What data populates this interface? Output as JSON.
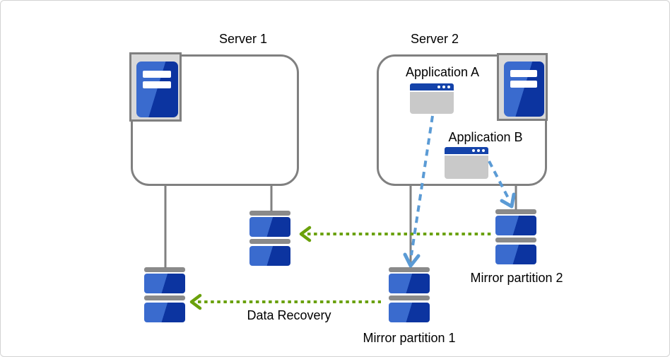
{
  "labels": {
    "server1": "Server 1",
    "server2": "Server 2",
    "application_a": "Application A",
    "application_b": "Application B",
    "mirror_partition_1": "Mirror partition 1",
    "mirror_partition_2": "Mirror partition 2",
    "data_recovery": "Data Recovery"
  },
  "colors": {
    "box_border": "#808080",
    "connector_gray": "#808080",
    "panel_background": "#d9d9d9",
    "disk_cap_gray": "#8a8a8a",
    "disk_blue_light": "#3a6bce",
    "disk_blue_dark": "#0c34a0",
    "window_titlebar_blue": "#1443aa",
    "window_body_gray": "#c9c9c9",
    "green_arrow": "#6aa10b",
    "blue_arrow": "#5b9bd5",
    "label_text": "#000000",
    "canvas_border": "#d3d3d3"
  },
  "icons": {
    "server_tower": "server-tower-icon",
    "app_window": "app-window-icon",
    "disk_partition": "disk-partition-icon"
  }
}
